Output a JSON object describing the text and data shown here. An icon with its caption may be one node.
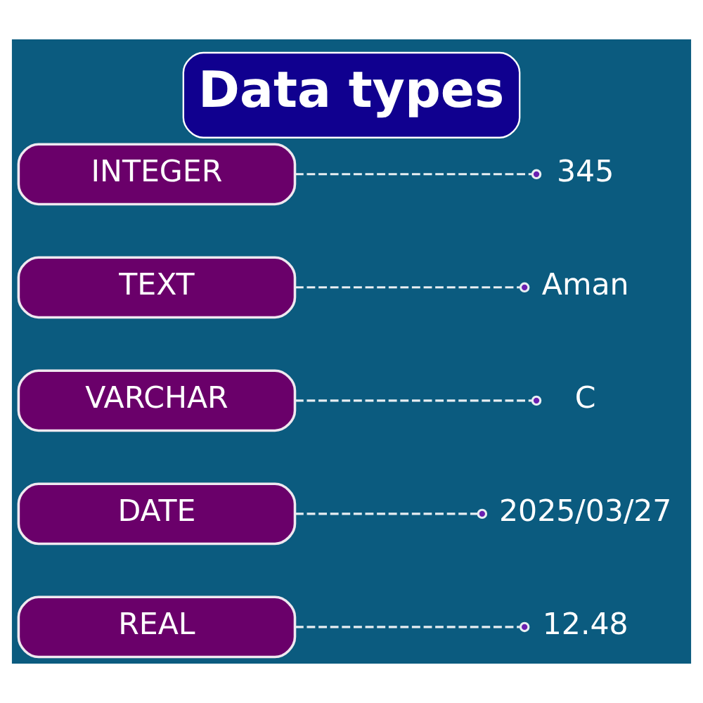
{
  "diagram": {
    "title": "Data types",
    "nodes": [
      {
        "text": [
          "INTEGER"
        ]
      },
      {
        "text": [
          "345"
        ]
      },
      {
        "text": [
          "TEXT"
        ]
      },
      {
        "text": [
          "Aman"
        ]
      },
      {
        "text": [
          "VARCHAR"
        ]
      },
      {
        "text": [
          "C"
        ]
      },
      {
        "text": [
          "DATE"
        ]
      },
      {
        "text": [
          "2025/03/27"
        ]
      },
      {
        "text": [
          "REAL"
        ]
      },
      {
        "text": [
          "12.48"
        ]
      }
    ],
    "edges": [
      {
        "from": 0,
        "to": 1,
        "arrow": "other",
        "style": "dashed"
      },
      {
        "from": 2,
        "to": 3,
        "arrow": "other",
        "style": "dashed"
      },
      {
        "from": 4,
        "to": 5,
        "arrow": "other",
        "style": "dashed"
      },
      {
        "from": 6,
        "to": 7,
        "arrow": "other",
        "style": "dashed"
      },
      {
        "from": 8,
        "to": 9,
        "arrow": "other",
        "style": "dashed"
      }
    ]
  }
}
